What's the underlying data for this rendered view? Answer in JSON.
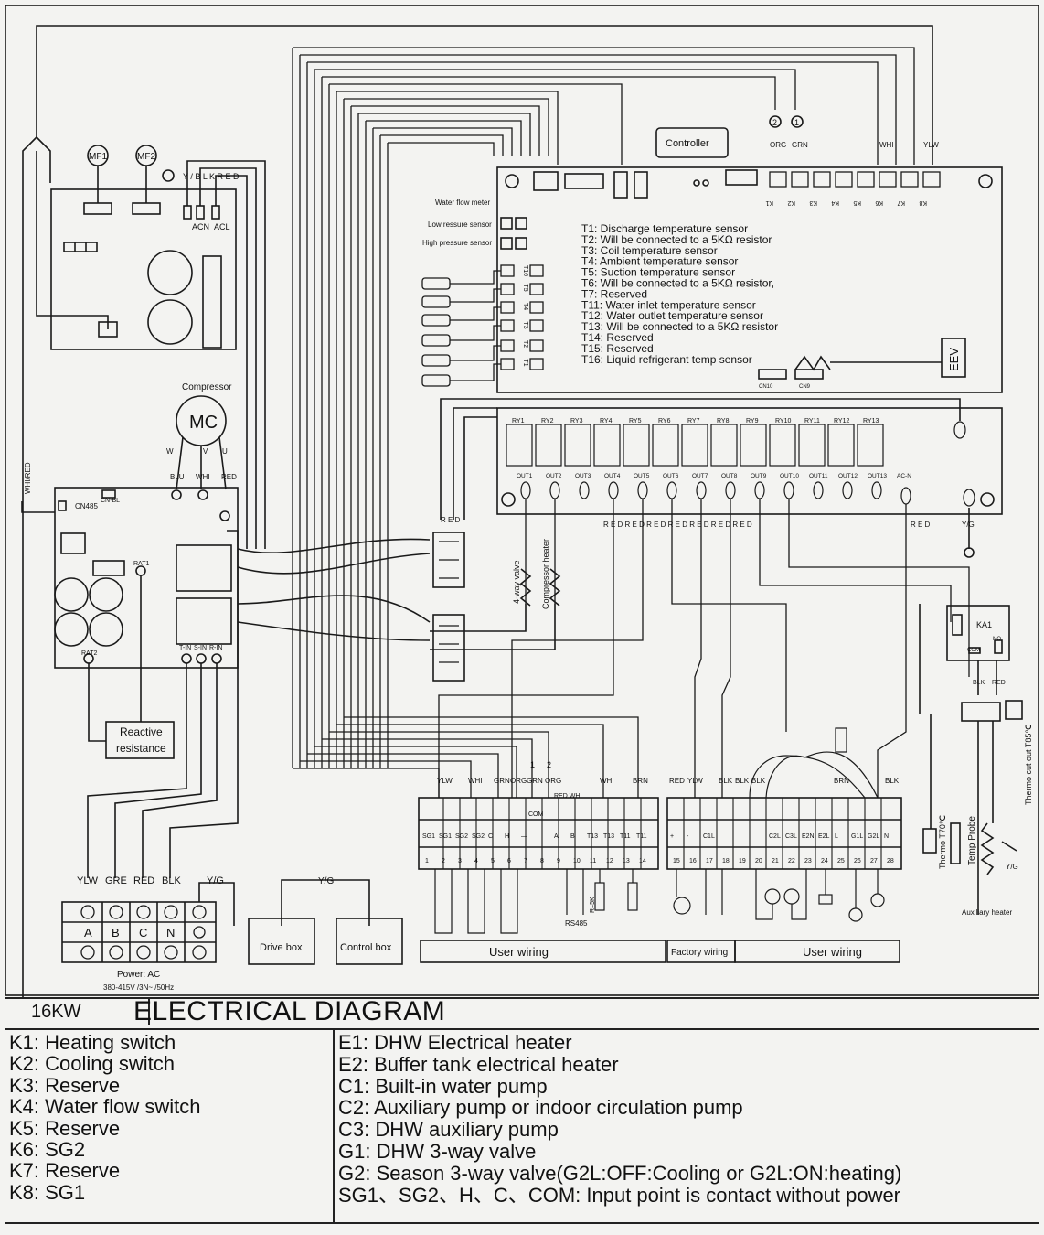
{
  "header": {
    "model": "16KW",
    "title": "ELECTRICAL  DIAGRAM"
  },
  "components": {
    "fan1": "MF1",
    "fan2": "MF2",
    "ylkred": "Y / B L K R E D",
    "acn": "ACN",
    "acl": "ACL",
    "compressor_label": "Compressor",
    "compressor_symbol": "MC",
    "cn485": "CN485",
    "cnbl": "CN-BL",
    "rat1": "RAT1",
    "rat2": "RAT2",
    "tin": "T-IN",
    "sin": "S-IN",
    "rin": "R-IN",
    "reactive_line1": "Reactive",
    "reactive_line2": "resistance",
    "controller": "Controller",
    "water_flow": "Water flow meter",
    "low_pressure": "Low ressure sensor",
    "high_pressure": "High pressure sensor",
    "eev": "EEV",
    "cn10": "CN10",
    "cn9": "CN9",
    "ka1": "KA1",
    "com": "COM",
    "no": "NO",
    "valve4way": "4-way valve",
    "comp_heater": "Compressor heater",
    "thermo70": "Thermo T70℃",
    "temp_probe": "Temp Probe",
    "thermo85": "Thermo cut out T85℃",
    "aux_heater": "Auxiliary heater",
    "drive_box": "Drive box",
    "control_box": "Control box",
    "power_ac": "Power: AC",
    "power_spec": "380-415V /3N~ /50Hz",
    "rs485": "RS485",
    "r5k": "R=5K",
    "user_wiring_left": "User wiring",
    "factory_wiring": "Factory wiring",
    "user_wiring_right": "User wiring",
    "wire_w": "W",
    "wire_v": "V",
    "wire_u": "U",
    "wire_blu": "BLU",
    "wire_whi": "WHI",
    "wire_red": "RED",
    "wire_org": "ORG",
    "wire_grn": "GRN",
    "wire_ylw": "YLW",
    "wire_brn": "BRN",
    "wire_blk": "BLK",
    "wire_yg": "Y/G",
    "wire_red_spaced": "R E D",
    "whi_red": "WHI/RED",
    "red_whi": "RED WHI",
    "circle1": "1",
    "circle2": "2",
    "relay_red_run": "R E D R E D R E D R E D R E D R E D R E D",
    "power_top": [
      "YLW",
      "GRE",
      "RED",
      "BLK",
      "Y/G"
    ],
    "power_letters": [
      "A",
      "B",
      "C",
      "N"
    ],
    "k_terms": [
      "K1",
      "K2",
      "K3",
      "K4",
      "K5",
      "K6",
      "K7",
      "K8"
    ],
    "relays": [
      "RY1",
      "RY2",
      "RY3",
      "RY4",
      "RY5",
      "RY6",
      "RY7",
      "RY8",
      "RY9",
      "RY10",
      "RY11",
      "RY12",
      "RY13"
    ],
    "outs": [
      "OUT1",
      "OUT2",
      "OUT3",
      "OUT4",
      "OUT5",
      "OUT6",
      "OUT7",
      "OUT8",
      "OUT9",
      "OUT10",
      "OUT11",
      "OUT12",
      "OUT13",
      "AC-N"
    ],
    "tsensors": [
      "T16",
      "T5",
      "T4",
      "T3",
      "T2",
      "T1"
    ],
    "terminals_top": [
      "SG1",
      "SG1",
      "SG2",
      "SG2",
      "C",
      "H",
      "—",
      "",
      "A",
      "B",
      "T13",
      "T13",
      "T11",
      "T11",
      "+",
      "-",
      "C1L",
      "",
      "",
      "",
      "C2L",
      "C3L",
      "E2N",
      "E2L",
      "L",
      "G1L",
      "G2L",
      "N"
    ],
    "terminals_num": [
      "1",
      "2",
      "3",
      "4",
      "5",
      "6",
      "7",
      "8",
      "9",
      "10",
      "11",
      "12",
      "13",
      "14",
      "15",
      "16",
      "17",
      "18",
      "19",
      "20",
      "21",
      "22",
      "23",
      "24",
      "25",
      "26",
      "27",
      "28"
    ]
  },
  "sensor_list": [
    "T1:  Discharge temperature sensor",
    "T2:  Will be connected to a 5KΩ resistor",
    "T3:  Coil temperature sensor",
    "T4:  Ambient temperature sensor",
    "T5:  Suction temperature sensor",
    "T6:  Will be connected to a 5KΩ resistor,",
    "T7:  Reserved",
    "T11: Water inlet temperature sensor",
    "T12: Water outlet temperature sensor",
    "T13: Will be connected to a 5KΩ resistor",
    "T14: Reserved",
    "T15: Reserved",
    "T16: Liquid refrigerant temp sensor"
  ],
  "legend_left": [
    "K1: Heating switch",
    "K2: Cooling switch",
    "K3: Reserve",
    "K4: Water flow switch",
    "K5: Reserve",
    "K6: SG2",
    "K7: Reserve",
    "K8: SG1"
  ],
  "legend_right": [
    "E1: DHW Electrical heater",
    "E2: Buffer tank electrical heater",
    "C1: Built-in water pump",
    "C2: Auxiliary pump or indoor circulation pump",
    "C3: DHW auxiliary pump",
    "G1: DHW 3-way valve",
    "G2: Season 3-way valve(G2L:OFF:Cooling or G2L:ON:heating)",
    "SG1、SG2、H、C、COM:  Input  point  is contact without power"
  ]
}
